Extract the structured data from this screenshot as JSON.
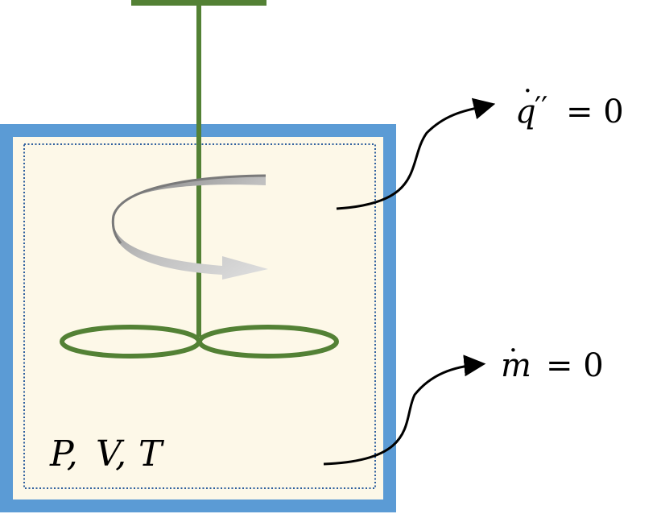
{
  "colors": {
    "wall": "#5b9bd5",
    "interior": "#fdf8e8",
    "boundary": "#2e5f9e",
    "shaft": "#538135",
    "swirl_dark": "#8c8c8c",
    "swirl_light": "#d9d9d9",
    "arrow": "#000000"
  },
  "labels": {
    "heat_flux": {
      "q": "q",
      "dot": "·",
      "prime": "′′",
      "equals": "= 0"
    },
    "mass_flow": {
      "m": "m",
      "dot": "·",
      "equals": "= 0"
    },
    "state": {
      "P": "P,",
      "V": "V,",
      "T": "T"
    }
  }
}
